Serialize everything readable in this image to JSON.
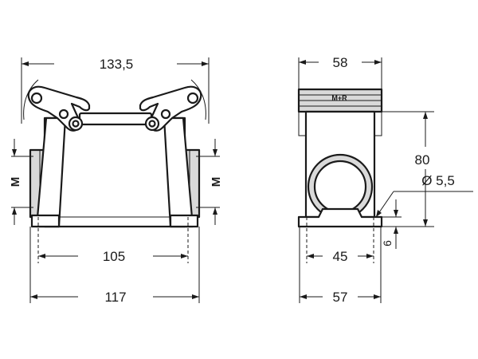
{
  "front_view": {
    "overall_width_label": "133,5",
    "inner_span_label": "105",
    "base_width_label": "117",
    "left_thread_label": "M",
    "right_thread_label": "M"
  },
  "side_view": {
    "top_width_label": "58",
    "height_label": "80",
    "hole_diameter_label": "Ø 5,5",
    "hole_spacing_label": "45",
    "base_width_label": "57",
    "flange_height_label": "6",
    "brand_mark": "M+R"
  }
}
